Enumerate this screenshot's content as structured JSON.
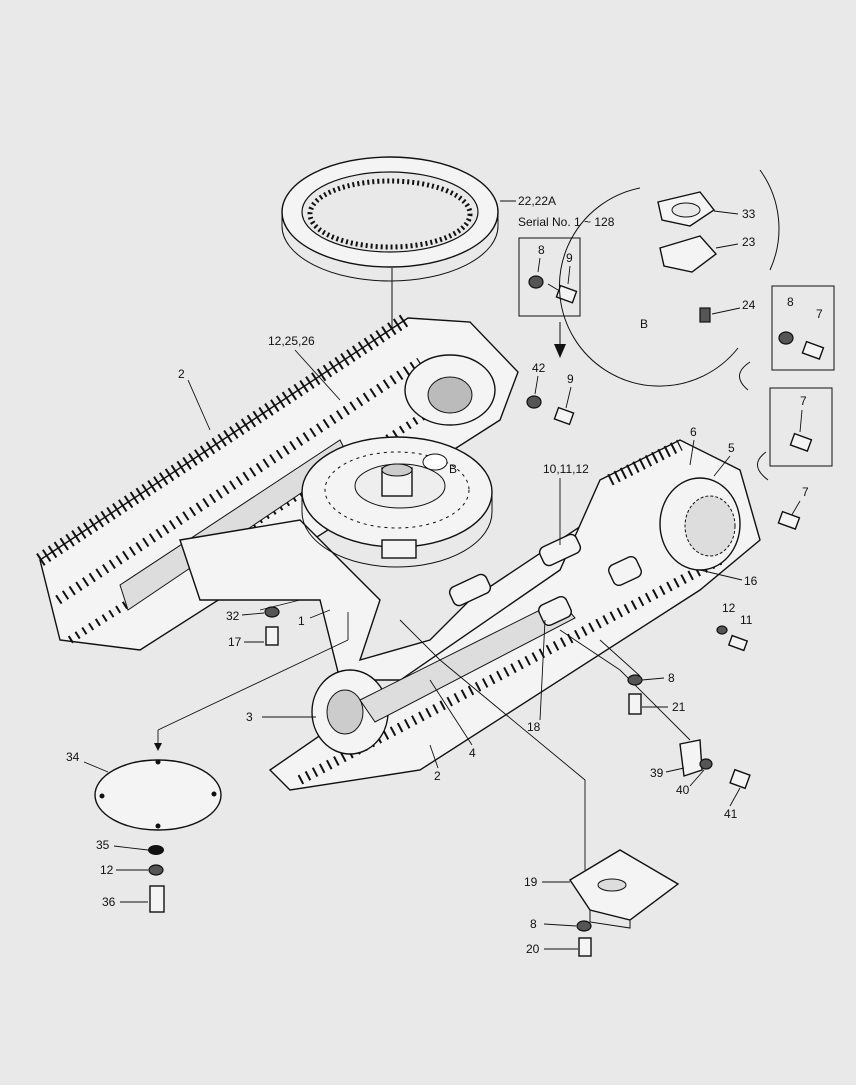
{
  "callouts": {
    "c1": "1",
    "c2a": "2",
    "c2b": "2",
    "c3": "3",
    "c4": "4",
    "c5": "5",
    "c6": "6",
    "c7a": "7",
    "c7b": "7",
    "c7c": "7",
    "c8a": "8",
    "c8b": "8",
    "c8c": "8",
    "c8d": "8",
    "c9a": "9",
    "c9b": "9",
    "c10": "10,11,12",
    "c11": "11",
    "c12a": "12",
    "c12b": "12",
    "c16": "16",
    "c17": "17",
    "c18": "18",
    "c19": "19",
    "c20": "20",
    "c21": "21",
    "c22": "22,22A",
    "serial": "Serial No. 1 ~ 128",
    "c23": "23",
    "c24": "24",
    "c25": "12,25,26",
    "c32": "32",
    "c33": "33",
    "c34": "34",
    "c35": "35",
    "c36": "36",
    "c39": "39",
    "c40": "40",
    "c41": "41",
    "c42": "42",
    "detailB": "B",
    "viewB": "B"
  }
}
